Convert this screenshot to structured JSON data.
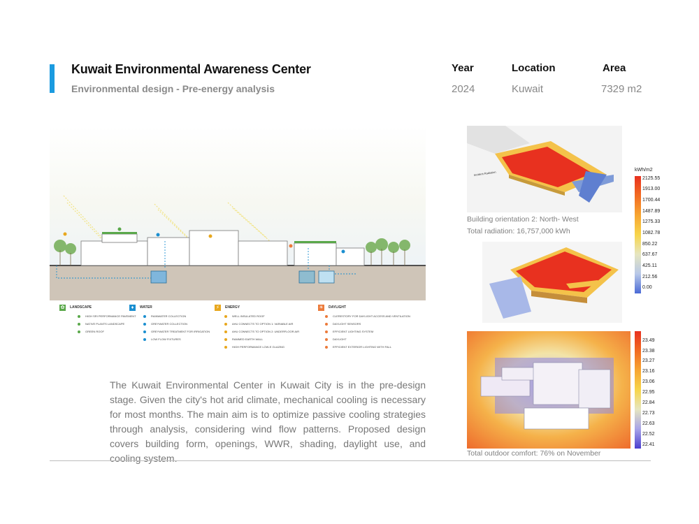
{
  "header": {
    "title": "Kuwait Environmental Awareness Center",
    "subtitle": "Environmental design - Pre-energy analysis",
    "year_label": "Year",
    "year_value": "2024",
    "location_label": "Location",
    "location_value": "Kuwait",
    "area_label": "Area",
    "area_value": "7329 m2"
  },
  "section_legend": [
    {
      "title": "LANDSCAPE",
      "color": "#5aa84a",
      "items": [
        "HIGH SRI PERFORMANCE PAVEMENT",
        "NATIVE PLANTS LANDSCAPE",
        "GREEN ROOF"
      ]
    },
    {
      "title": "WATER",
      "color": "#1b8fd0",
      "items": [
        "RAINWATER COLLECTION",
        "GREYWATER COLLECTION",
        "GREYWATER TREATMENT FOR IRRIGATION",
        "LOW FLOW FIXTURES"
      ]
    },
    {
      "title": "ENERGY",
      "color": "#e8a71d",
      "items": [
        "WELL INSULATED ROOF",
        "AHU CONNECTS TO OPTION 1: VARIABLE AIR",
        "AHU CONNECTS TO OPTION 2: UNDERFLOOR AIR",
        "RAMMED EARTH WALL",
        "HIGH PERFORMANCE LOW-E GLAZING"
      ]
    },
    {
      "title": "DAYLIGHT",
      "color": "#ec7a3a",
      "items": [
        "CLERESTORY FOR DAYLIGHT ACCESS AND VENTILATION",
        "DAYLIGHT SENSORS",
        "EFFICIENT LIGHTING SYSTEM",
        "DAYLIGHT",
        "EFFICIENT EXTERIOR LIGHTING WITH FALL"
      ]
    }
  ],
  "description": "The Kuwait Environmental Center in Kuwait City is in the pre-design stage. Given the city's hot arid climate, mechanical cooling is necessary for most months. The main aim is to optimize passive cooling strategies through analysis, considering wind flow patterns. Proposed design covers building form, openings, WWR, shading, daylight use, and cooling system.",
  "radiation": {
    "caption_line1": "Building orientation 2: North- West",
    "caption_line2": "Total radiation: 16,757,000 kWh",
    "scale_unit": "kWh/m2",
    "scale_values": [
      "2125.55",
      "1913.00",
      "1700.44",
      "1487.89",
      "1275.33",
      "1082.78",
      "850.22",
      "637.67",
      "425.11",
      "212.56",
      "0.00"
    ],
    "model_label": "Incident Radiation"
  },
  "comfort": {
    "caption": "Total outdoor comfort: 76% on November",
    "scale_values": [
      "23.49",
      "23.38",
      "23.27",
      "23.16",
      "23.06",
      "22.95",
      "22.84",
      "22.73",
      "22.63",
      "22.52",
      "22.41"
    ]
  },
  "colors": {
    "accent": "#1b9be0",
    "hot": "#e8311f",
    "warm": "#f7b733",
    "cool": "#4a6ad6"
  }
}
